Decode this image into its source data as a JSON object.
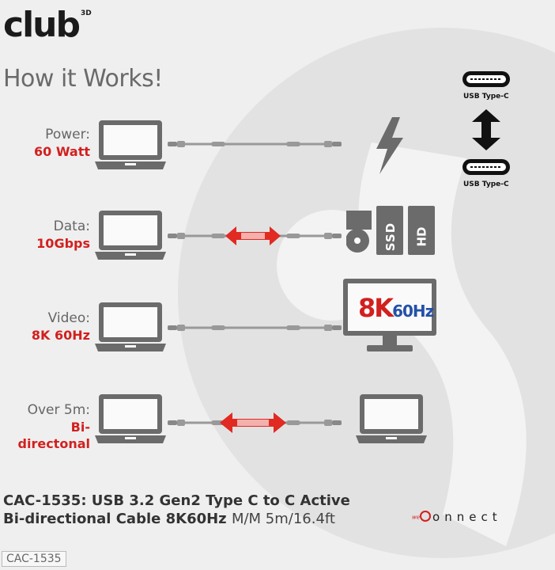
{
  "brand": {
    "logo_text": "club",
    "logo_sup": "3D"
  },
  "headline": "How it Works!",
  "rows": [
    {
      "label": "Power:",
      "value": "60 Watt"
    },
    {
      "label": "Data:",
      "value": "10Gbps"
    },
    {
      "label": "Video:",
      "value": "8K 60Hz"
    },
    {
      "label": "Over 5m:",
      "value": "Bi-directonal"
    }
  ],
  "usb": {
    "top_label": "USB Type-C",
    "bottom_label": "USB Type-C"
  },
  "storage": {
    "ssd": "SSD",
    "hd": "HD"
  },
  "monitor": {
    "text_8k": "8K",
    "text_60hz": "60Hz"
  },
  "product": {
    "title_line1": "CAC-1535: USB 3.2 Gen2 Type C to C Active",
    "title_line2": "Bi-directional Cable 8K60Hz",
    "spec": "M/M 5m/16.4ft",
    "sku": "CAC-1535"
  },
  "connect": {
    "prefix": "we",
    "word": "onnect"
  },
  "colors": {
    "accent": "#d2201f",
    "device_gray": "#6b6b6b",
    "background": "#efefef"
  }
}
